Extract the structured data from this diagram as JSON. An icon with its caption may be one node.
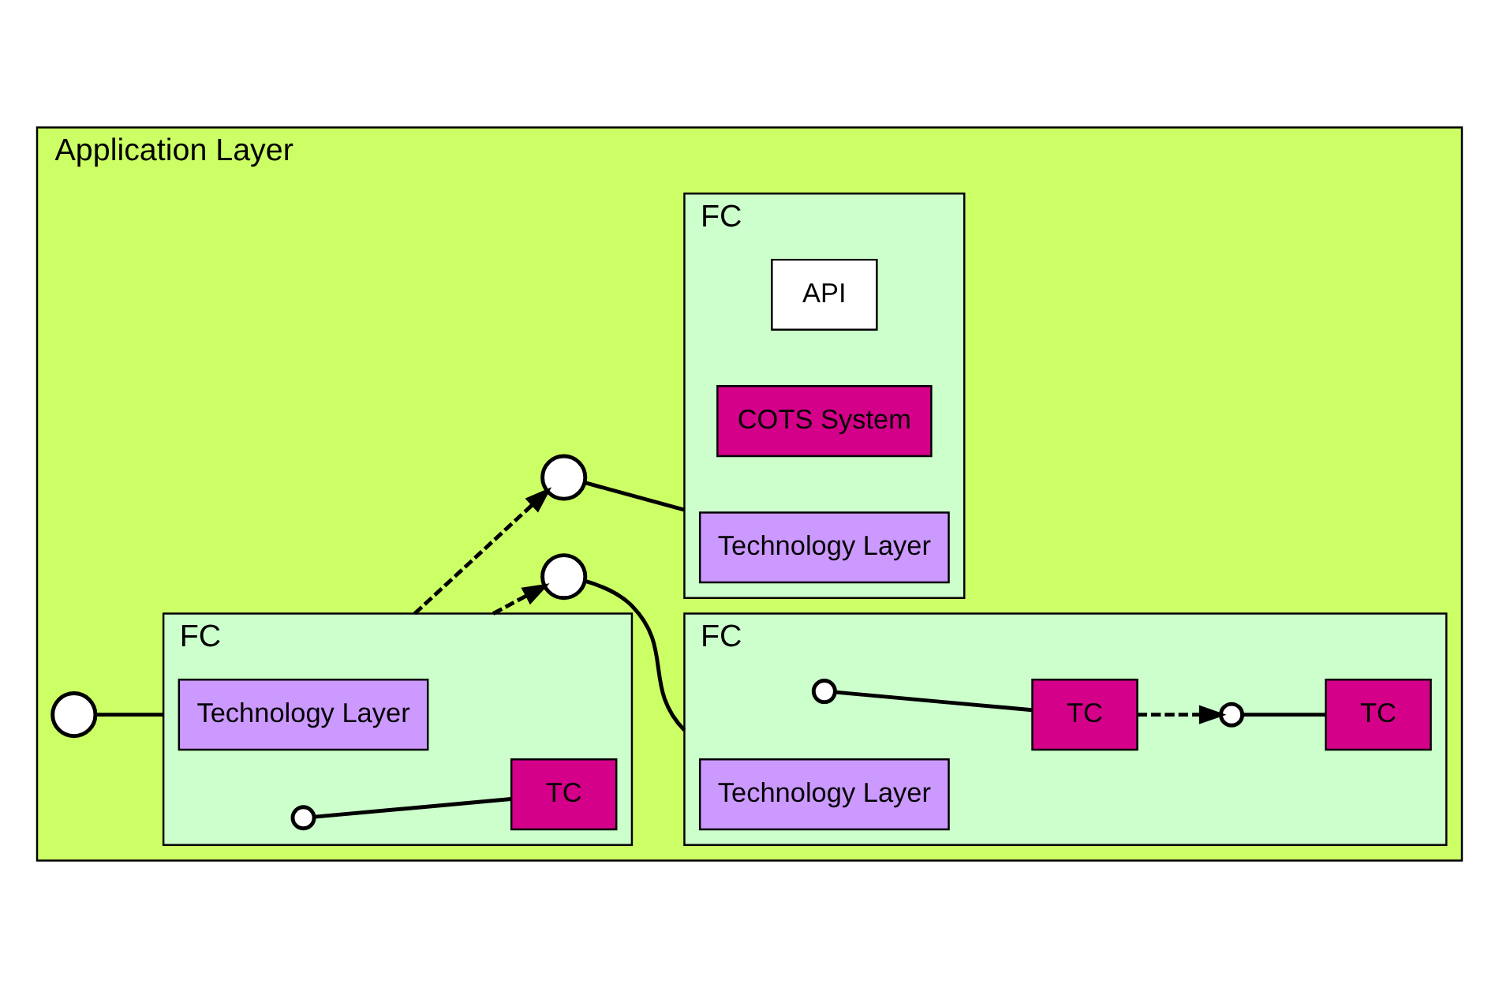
{
  "diagram": {
    "nodes": [
      {
        "text": [
          "Application Layer"
        ]
      },
      {
        "text": [],
        "shape": "circle",
        "in": 0
      },
      {
        "text": [
          "FC"
        ],
        "in": 0
      },
      {
        "text": [],
        "shape": "circle",
        "in": 2
      },
      {
        "text": [
          "TC"
        ],
        "in": 2
      },
      {
        "text": [
          "Technology Layer"
        ],
        "in": 2
      },
      {
        "text": [],
        "shape": "circle",
        "in": 0
      },
      {
        "text": [
          "FC"
        ],
        "in": 0
      },
      {
        "text": [],
        "shape": "circle",
        "in": 7
      },
      {
        "text": [
          "TC"
        ],
        "in": 7
      },
      {
        "text": [],
        "shape": "circle",
        "in": 7
      },
      {
        "text": [
          "TC"
        ],
        "in": 7
      },
      {
        "text": [
          "Technology Layer"
        ],
        "in": 7
      },
      {
        "text": [],
        "shape": "circle",
        "in": 0
      },
      {
        "text": [
          "FC"
        ],
        "in": 0
      },
      {
        "text": [
          "API"
        ],
        "in": 14
      },
      {
        "text": [
          "COTS System"
        ],
        "in": 14
      },
      {
        "text": [
          "Technology Layer"
        ],
        "in": 14
      }
    ],
    "edges": [
      {
        "from": 1,
        "to": 2,
        "arrow": "none"
      },
      {
        "from": 3,
        "to": 4,
        "arrow": "none"
      },
      {
        "from": 2,
        "to": 6,
        "arrow": "to",
        "style": "dashed"
      },
      {
        "from": 6,
        "to": 7,
        "arrow": "none"
      },
      {
        "from": 8,
        "to": 9,
        "arrow": "none"
      },
      {
        "from": 9,
        "to": 10,
        "arrow": "to",
        "style": "dashed"
      },
      {
        "from": 10,
        "to": 11,
        "arrow": "none"
      },
      {
        "from": 2,
        "to": 13,
        "arrow": "to",
        "style": "dashed"
      },
      {
        "from": 13,
        "to": 14,
        "arrow": "none"
      }
    ]
  }
}
